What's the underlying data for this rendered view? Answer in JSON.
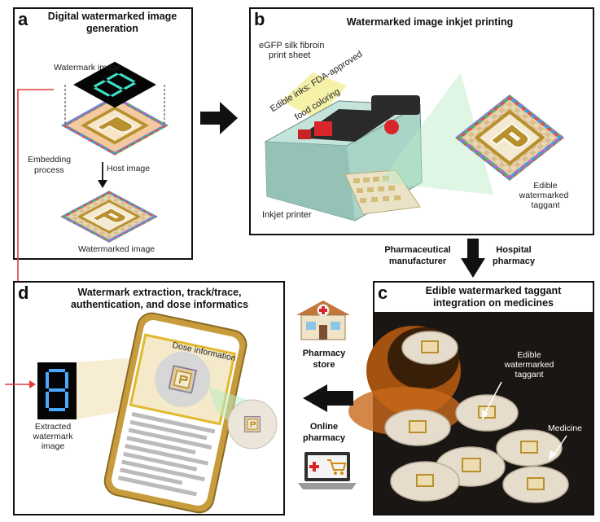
{
  "panel_a": {
    "letter": "a",
    "title_line1": "Digital watermarked image",
    "title_line2": "generation",
    "watermark_image": "Watermark image",
    "embedding_line1": "Embedding",
    "embedding_line2": "process",
    "host_image": "Host image",
    "watermarked_image": "Watermarked image"
  },
  "panel_b": {
    "letter": "b",
    "title": "Watermarked image inkjet printing",
    "sheet_line1": "eGFP silk fibroin",
    "sheet_line2": "print sheet",
    "inks_line1": "Edible inks: FDA-approved",
    "inks_line2": "food coloring",
    "printer": "Inkjet printer",
    "taggant_line1": "Edible",
    "taggant_line2": "watermarked",
    "taggant_line3": "taggant"
  },
  "flow": {
    "manufacturer_line1": "Pharmaceutical",
    "manufacturer_line2": "manufacturer",
    "hospital_line1": "Hospital",
    "hospital_line2": "pharmacy",
    "store_line1": "Pharmacy",
    "store_line2": "store",
    "online_line1": "Online",
    "online_line2": "pharmacy"
  },
  "panel_c": {
    "letter": "c",
    "title_line1": "Edible watermarked taggant",
    "title_line2": "integration on medicines",
    "taggant_line1": "Edible",
    "taggant_line2": "watermarked",
    "taggant_line3": "taggant",
    "medicine": "Medicine"
  },
  "panel_d": {
    "letter": "d",
    "title_line1": "Watermark extraction, track/trace,",
    "title_line2": "authentication, and dose informatics",
    "dose_info": "Dose information",
    "extracted_line1": "Extracted",
    "extracted_line2": "watermark",
    "extracted_line3": "image"
  },
  "colors": {
    "gold": "#b8902e",
    "host_bg": "#f3c9a0",
    "watermark_teal": "#3fe0c8",
    "extracted_blue": "#4aa8ff",
    "printer_green": "#a9d4c8",
    "dark_bg": "#1a1614",
    "pill": "#e6dccc",
    "red": "#d9262a"
  }
}
